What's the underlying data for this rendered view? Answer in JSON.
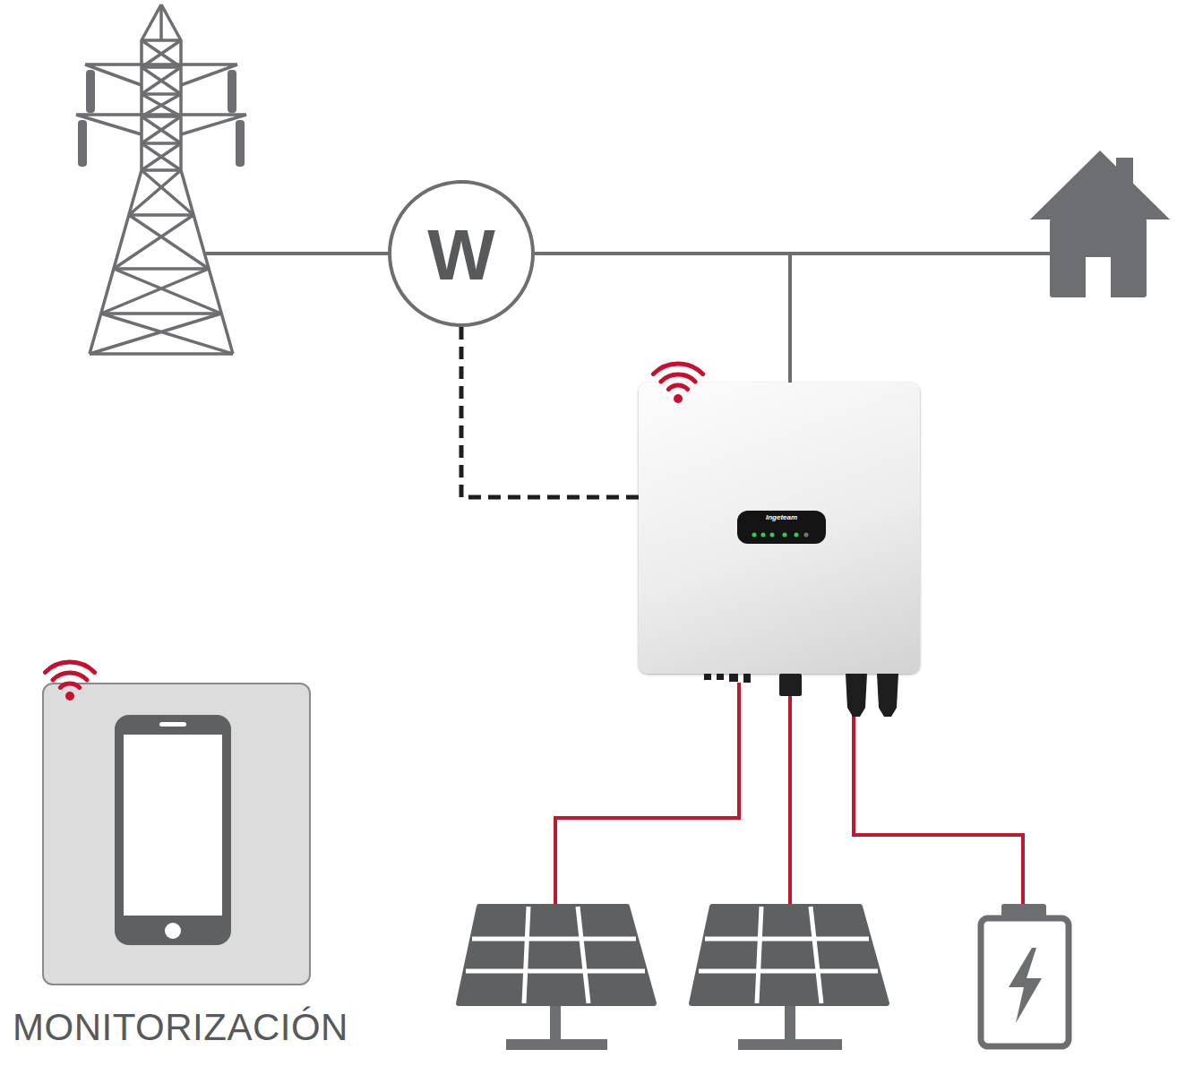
{
  "diagram": {
    "nodes": [
      {
        "text": [
          "W"
        ]
      },
      {
        "text": [
          "Ingeteam"
        ]
      },
      {
        "text": [
          "MONITORIZACIÓN"
        ]
      }
    ],
    "edges": [
      {
        "from": 0,
        "to": 1,
        "arrow": "none"
      }
    ]
  }
}
